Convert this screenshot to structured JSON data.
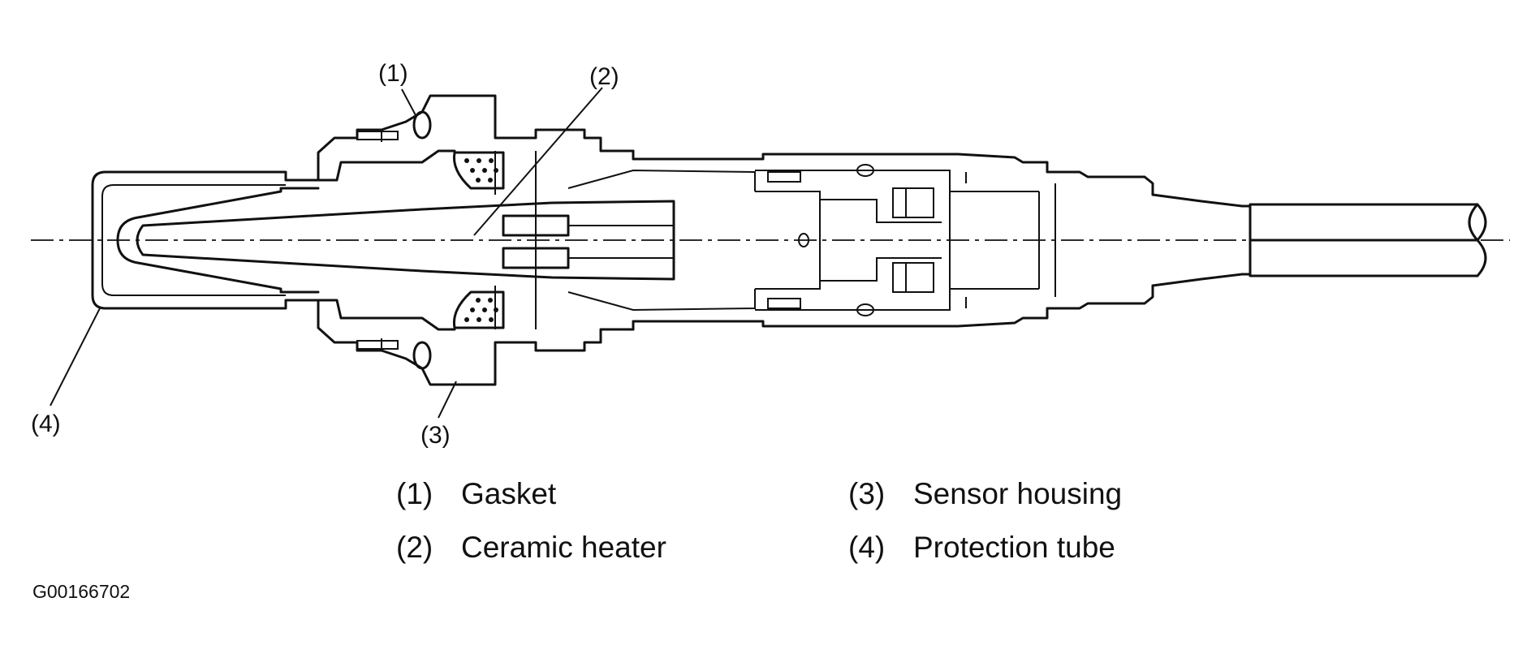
{
  "callouts": [
    "(1)",
    "(2)",
    "(3)",
    "(4)"
  ],
  "legend": [
    {
      "num": "(1)",
      "label": "Gasket"
    },
    {
      "num": "(2)",
      "label": "Ceramic heater"
    },
    {
      "num": "(3)",
      "label": "Sensor housing"
    },
    {
      "num": "(4)",
      "label": "Protection tube"
    }
  ],
  "figure_id": "G00166702"
}
